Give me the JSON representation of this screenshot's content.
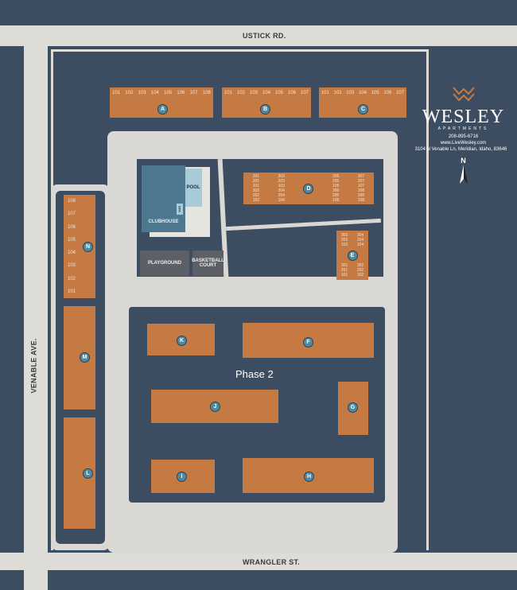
{
  "roads": {
    "north": "USTICK RD.",
    "west": "VENABLE AVE.",
    "south": "WRANGLER ST."
  },
  "brand": {
    "name": "WESLEY",
    "sub": "APARTMENTS",
    "phone": "208-895-6716",
    "web": "www.LiveWesley.com",
    "address": "3104 N Venable Ln, Meridian, Idaho, 83646",
    "north": "N",
    "accent": "#c57a43"
  },
  "phase_label": "Phase 2",
  "amenities": {
    "pool": "POOL",
    "spa": "SPA",
    "clubhouse": "CLUBHOUSE",
    "playground": "PLAYGROUND",
    "basketball": "BASKETBALL COURT"
  },
  "buildings": {
    "A": {
      "letter": "A",
      "units": [
        "101",
        "102",
        "103",
        "104",
        "105",
        "106",
        "107",
        "108"
      ]
    },
    "B": {
      "letter": "B",
      "units": [
        "101",
        "102",
        "103",
        "104",
        "105",
        "106",
        "107"
      ]
    },
    "C": {
      "letter": "C",
      "units": [
        "101",
        "102",
        "103",
        "104",
        "105",
        "106",
        "107"
      ]
    },
    "D": {
      "letter": "D",
      "stacks": [
        [
          "301",
          "201",
          "101",
          "302",
          "202",
          "102"
        ],
        [
          "303",
          "203",
          "103",
          "304",
          "204",
          "104"
        ],
        [
          "305",
          "205",
          "105",
          "306",
          "206",
          "106"
        ],
        [
          "307",
          "207",
          "107",
          "308",
          "208",
          "108"
        ]
      ]
    },
    "E": {
      "letter": "E",
      "stacks": [
        [
          "303",
          "203",
          "103"
        ],
        [
          "304",
          "204",
          "104"
        ],
        [
          "301",
          "201",
          "101"
        ],
        [
          "302",
          "202",
          "102"
        ]
      ]
    },
    "N": {
      "letter": "N",
      "units": [
        "108",
        "107",
        "106",
        "105",
        "104",
        "103",
        "102",
        "101"
      ]
    },
    "M": {
      "letter": "M"
    },
    "L": {
      "letter": "L"
    },
    "K": {
      "letter": "K"
    },
    "F": {
      "letter": "F"
    },
    "J": {
      "letter": "J"
    },
    "G": {
      "letter": "G"
    },
    "I": {
      "letter": "I"
    },
    "H": {
      "letter": "H"
    }
  }
}
